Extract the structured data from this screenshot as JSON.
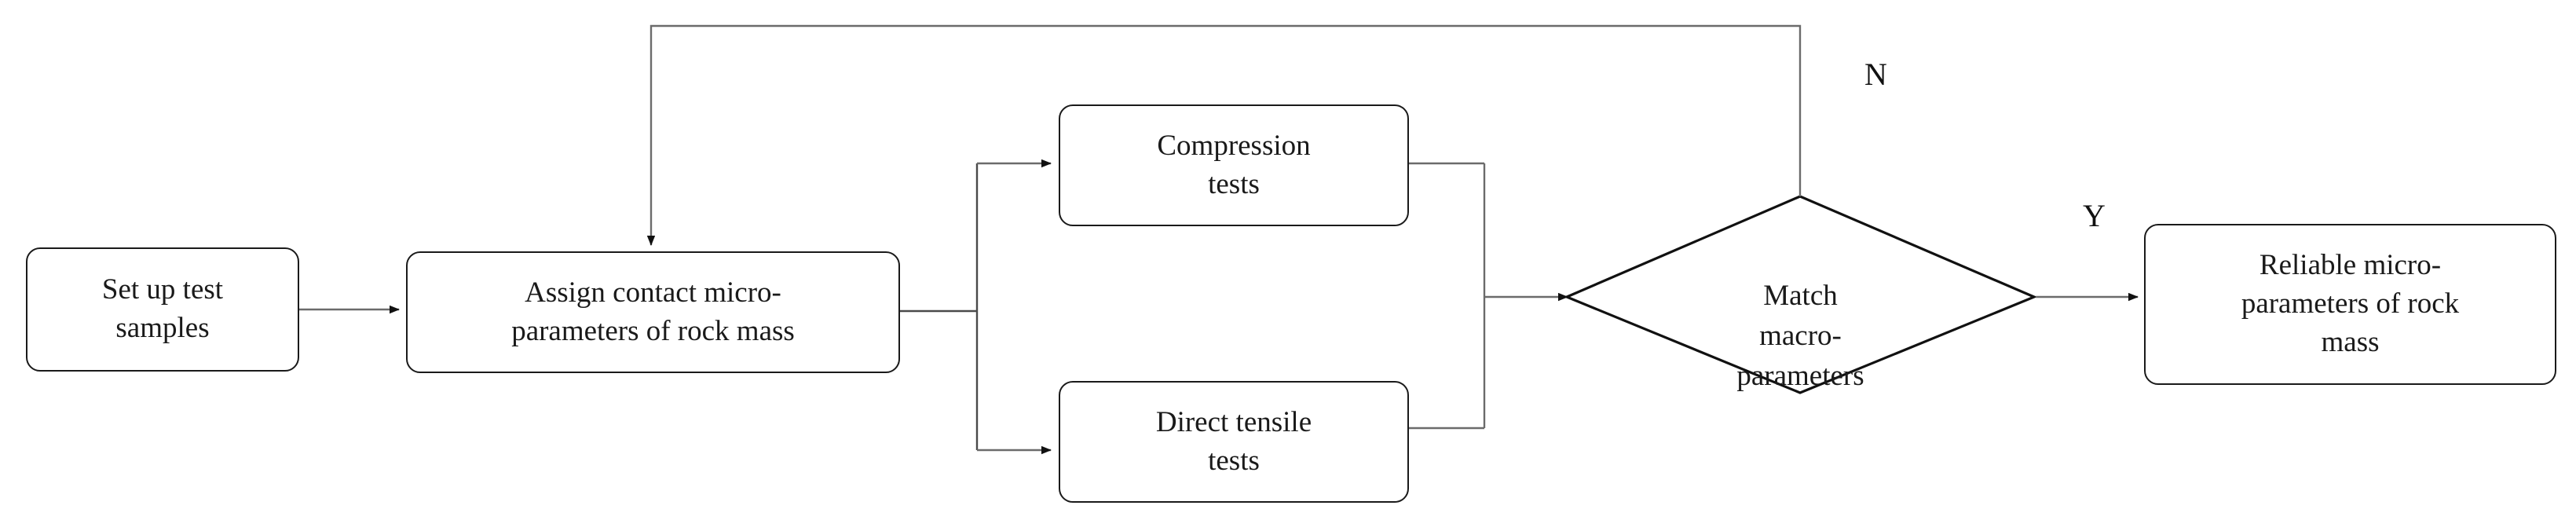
{
  "diagram": {
    "title": "Micro-parameter calibration flowchart",
    "stroke_color": "#1a1a1a",
    "thin_line_color": "#6b6b6b",
    "background_color": "#ffffff"
  },
  "nodes": {
    "setup": {
      "label": "Set up test\nsamples",
      "shape": "rounded-rect"
    },
    "assign": {
      "label": "Assign  contact micro-\nparameters of rock mass",
      "shape": "rounded-rect"
    },
    "compression": {
      "label": "Compression\ntests",
      "shape": "rounded-rect"
    },
    "tensile": {
      "label": "Direct tensile\ntests",
      "shape": "rounded-rect"
    },
    "decision": {
      "label": "Match\nmacro-\nparameters",
      "shape": "diamond"
    },
    "result": {
      "label": "Reliable micro-\nparameters of rock\nmass",
      "shape": "rounded-rect"
    }
  },
  "edge_labels": {
    "no": "N",
    "yes": "Y"
  }
}
